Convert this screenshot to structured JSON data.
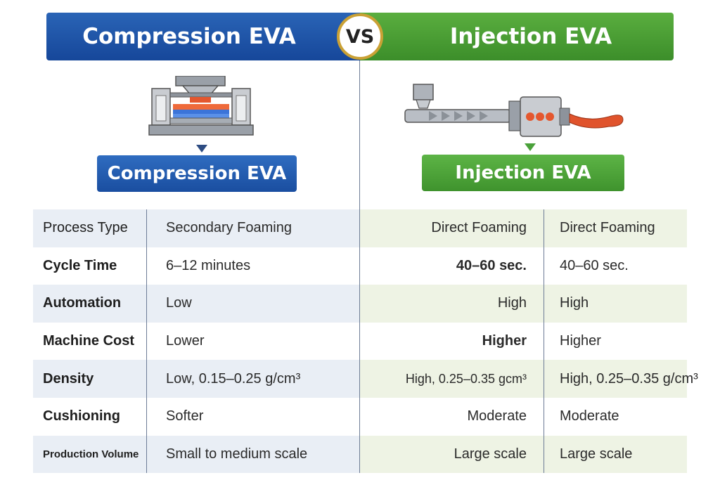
{
  "header": {
    "left_title": "Compression EVA",
    "vs_label": "VS",
    "right_title": "Injection EVA"
  },
  "left_panel": {
    "label": "Compression EVA",
    "icon": "compression-mold-icon"
  },
  "right_panel": {
    "label": "Injection EVA",
    "icon": "injection-machine-icon"
  },
  "colors": {
    "compression_blue": "#1a4ea0",
    "injection_green": "#3f932d",
    "vs_ring": "#caa135"
  },
  "table": {
    "rows": [
      {
        "label": "Process Type",
        "compression": "Secondary Foaming",
        "injection": "Direct Foaming",
        "injection_alt": "Direct Foaming"
      },
      {
        "label": "Cycle Time",
        "compression": "6–12 minutes",
        "injection": "40–60 sec.",
        "injection_alt": "40–60 sec."
      },
      {
        "label": "Automation",
        "compression": "Low",
        "injection": "High",
        "injection_alt": "High"
      },
      {
        "label": "Machine Cost",
        "compression": "Lower",
        "injection": "Higher",
        "injection_alt": "Higher"
      },
      {
        "label": "Density",
        "compression": "Low, 0.15–0.25 g/cm³",
        "injection": "High, 0.25–0.35 gcm³",
        "injection_alt": "High, 0.25–0.35 g/cm³"
      },
      {
        "label": "Cushioning",
        "compression": "Softer",
        "injection": "Moderate",
        "injection_alt": "Moderate"
      },
      {
        "label": "Production Volume",
        "compression": "Small to medium scale",
        "injection": "Large scale",
        "injection_alt": "Large scale"
      }
    ]
  }
}
